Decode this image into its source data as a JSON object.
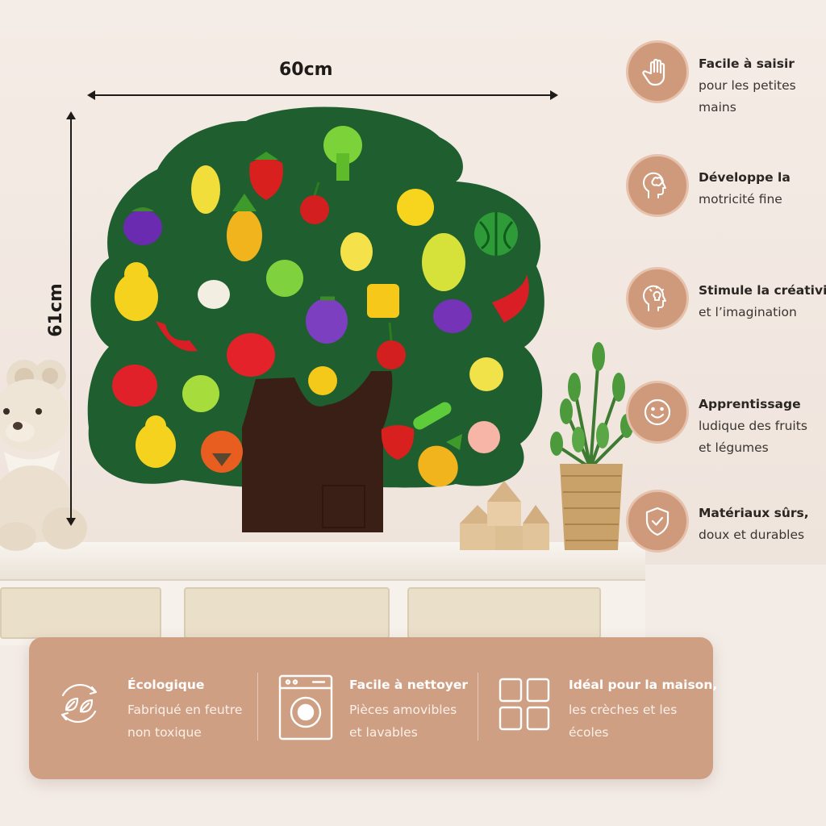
{
  "dimensions": {
    "width_label": "60cm",
    "height_label": "61cm"
  },
  "colors": {
    "accent": "#cf9a7c",
    "panel": "#cf9f84",
    "tree_green": "#1e5e2e",
    "trunk": "#3a1f16"
  },
  "features": [
    {
      "icon": "hand-icon",
      "title": "Facile à saisir",
      "lines": [
        "pour les petites",
        "mains"
      ]
    },
    {
      "icon": "brain-head-icon",
      "title": "Développe la",
      "lines": [
        "motricité fine"
      ]
    },
    {
      "icon": "lightbulb-head-icon",
      "title": "Stimule la créativité",
      "lines": [
        "et l’imagination"
      ]
    },
    {
      "icon": "smiley-icon",
      "title": "Apprentissage",
      "lines": [
        "ludique des fruits",
        "et légumes"
      ]
    },
    {
      "icon": "shield-check-icon",
      "title": "Matériaux sûrs,",
      "lines": [
        "doux et durables"
      ]
    }
  ],
  "bottom_panel": [
    {
      "icon": "eco-leaf-icon",
      "title": "Écologique",
      "lines": [
        "Fabriqué en feutre",
        "non toxique"
      ]
    },
    {
      "icon": "washing-machine-icon",
      "title": "Facile à nettoyer",
      "lines": [
        "Pièces amovibles",
        "et lavables"
      ]
    },
    {
      "icon": "grid-icon",
      "title": "Idéal pour la maison,",
      "lines": [
        "les crèches et les",
        "écoles"
      ]
    }
  ]
}
